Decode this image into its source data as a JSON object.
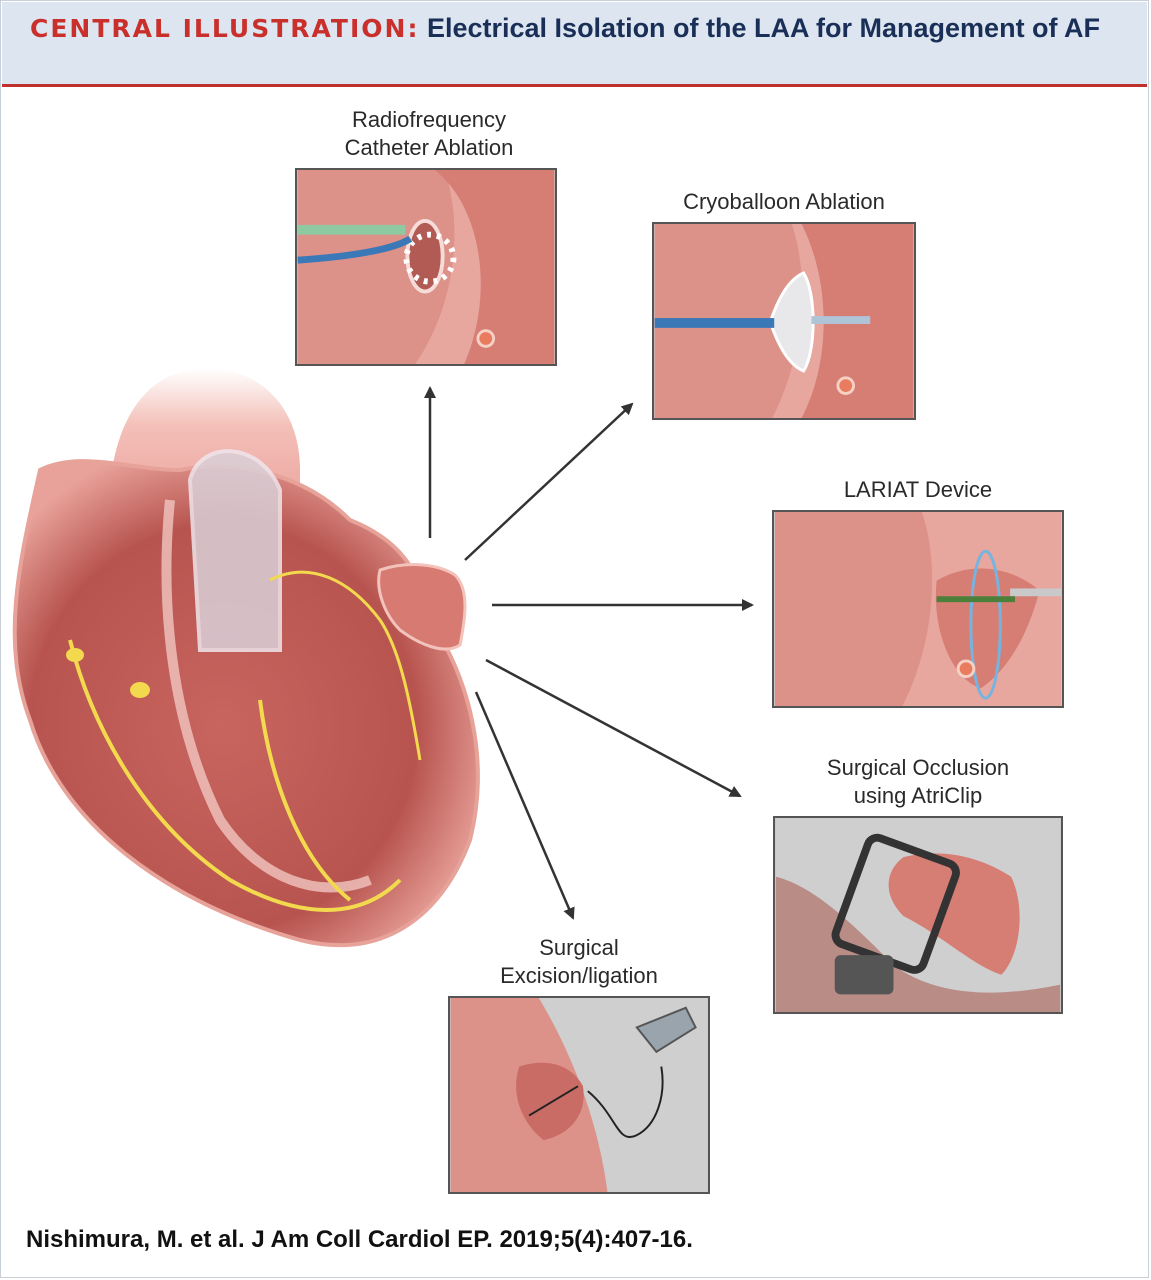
{
  "header": {
    "lead": "CENTRAL ILLUSTRATION:",
    "title": "Electrical Isolation of the LAA for Management of AF"
  },
  "panels": {
    "rf": {
      "label_line1": "Radiofrequency",
      "label_line2": "Catheter Ablation"
    },
    "cryo": {
      "label": "Cryoballoon Ablation"
    },
    "lariat": {
      "label": "LARIAT Device"
    },
    "atriclip": {
      "label_line1": "Surgical Occlusion",
      "label_line2": "using AtriClip"
    },
    "excision": {
      "label_line1": "Surgical",
      "label_line2": "Excision/ligation"
    }
  },
  "citation": "Nishimura, M. et al. J Am Coll Cardiol EP. 2019;5(4):407-16.",
  "colors": {
    "accent_red": "#c9302c",
    "title_navy": "#1a2f57",
    "header_bg": "#dde6f0",
    "tissue": "#d9807a",
    "nerve_yellow": "#f2d94e",
    "catheter_blue": "#3b78b8"
  }
}
